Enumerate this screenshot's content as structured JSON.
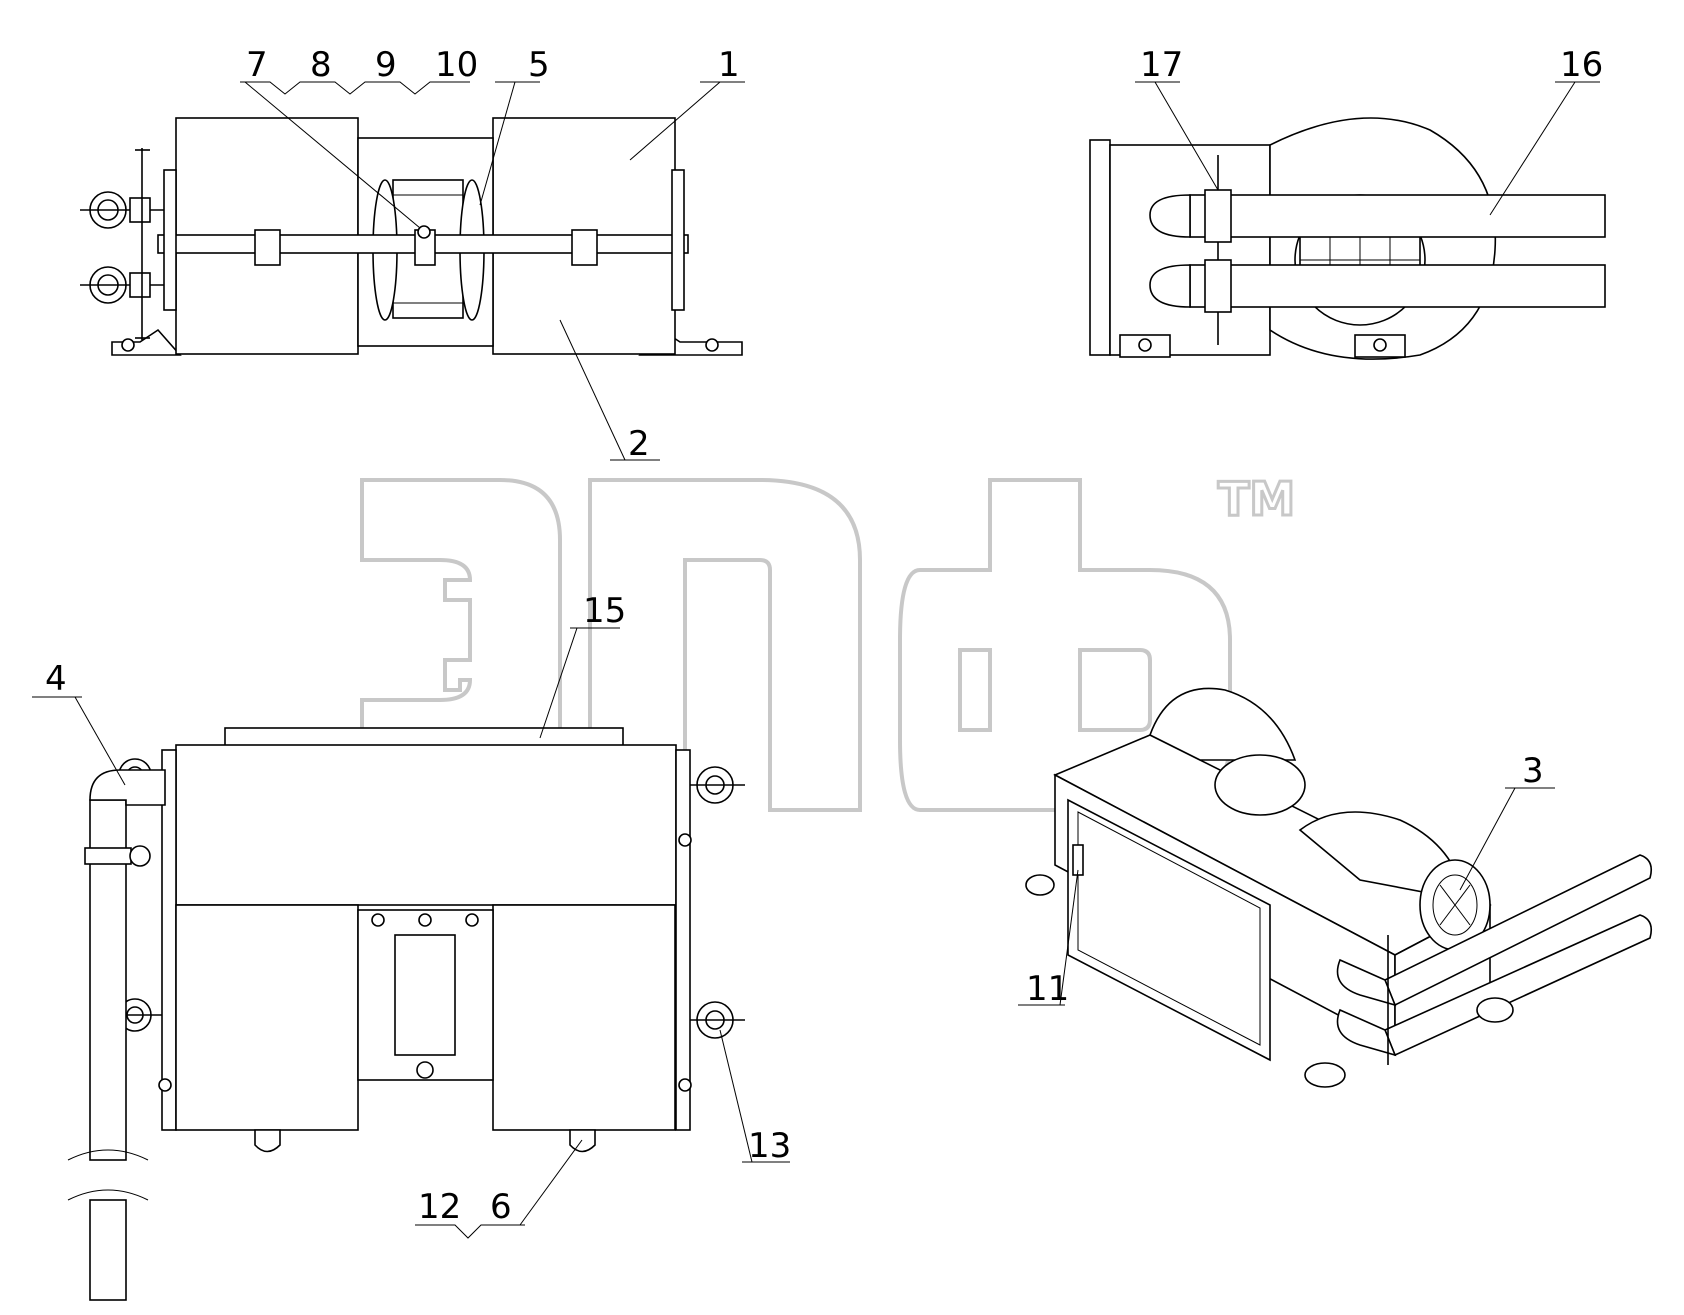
{
  "watermark": {
    "text": "ЭПФ",
    "tm": "TM",
    "color": "#c8c8c8"
  },
  "callouts": {
    "c1": "1",
    "c2": "2",
    "c3": "3",
    "c4": "4",
    "c5": "5",
    "c6": "6",
    "c7": "7",
    "c8": "8",
    "c9": "9",
    "c10": "10",
    "c11": "11",
    "c12": "12",
    "c13": "13",
    "c15": "15",
    "c16": "16",
    "c17": "17"
  },
  "colors": {
    "line": "#000000",
    "background": "#ffffff"
  }
}
